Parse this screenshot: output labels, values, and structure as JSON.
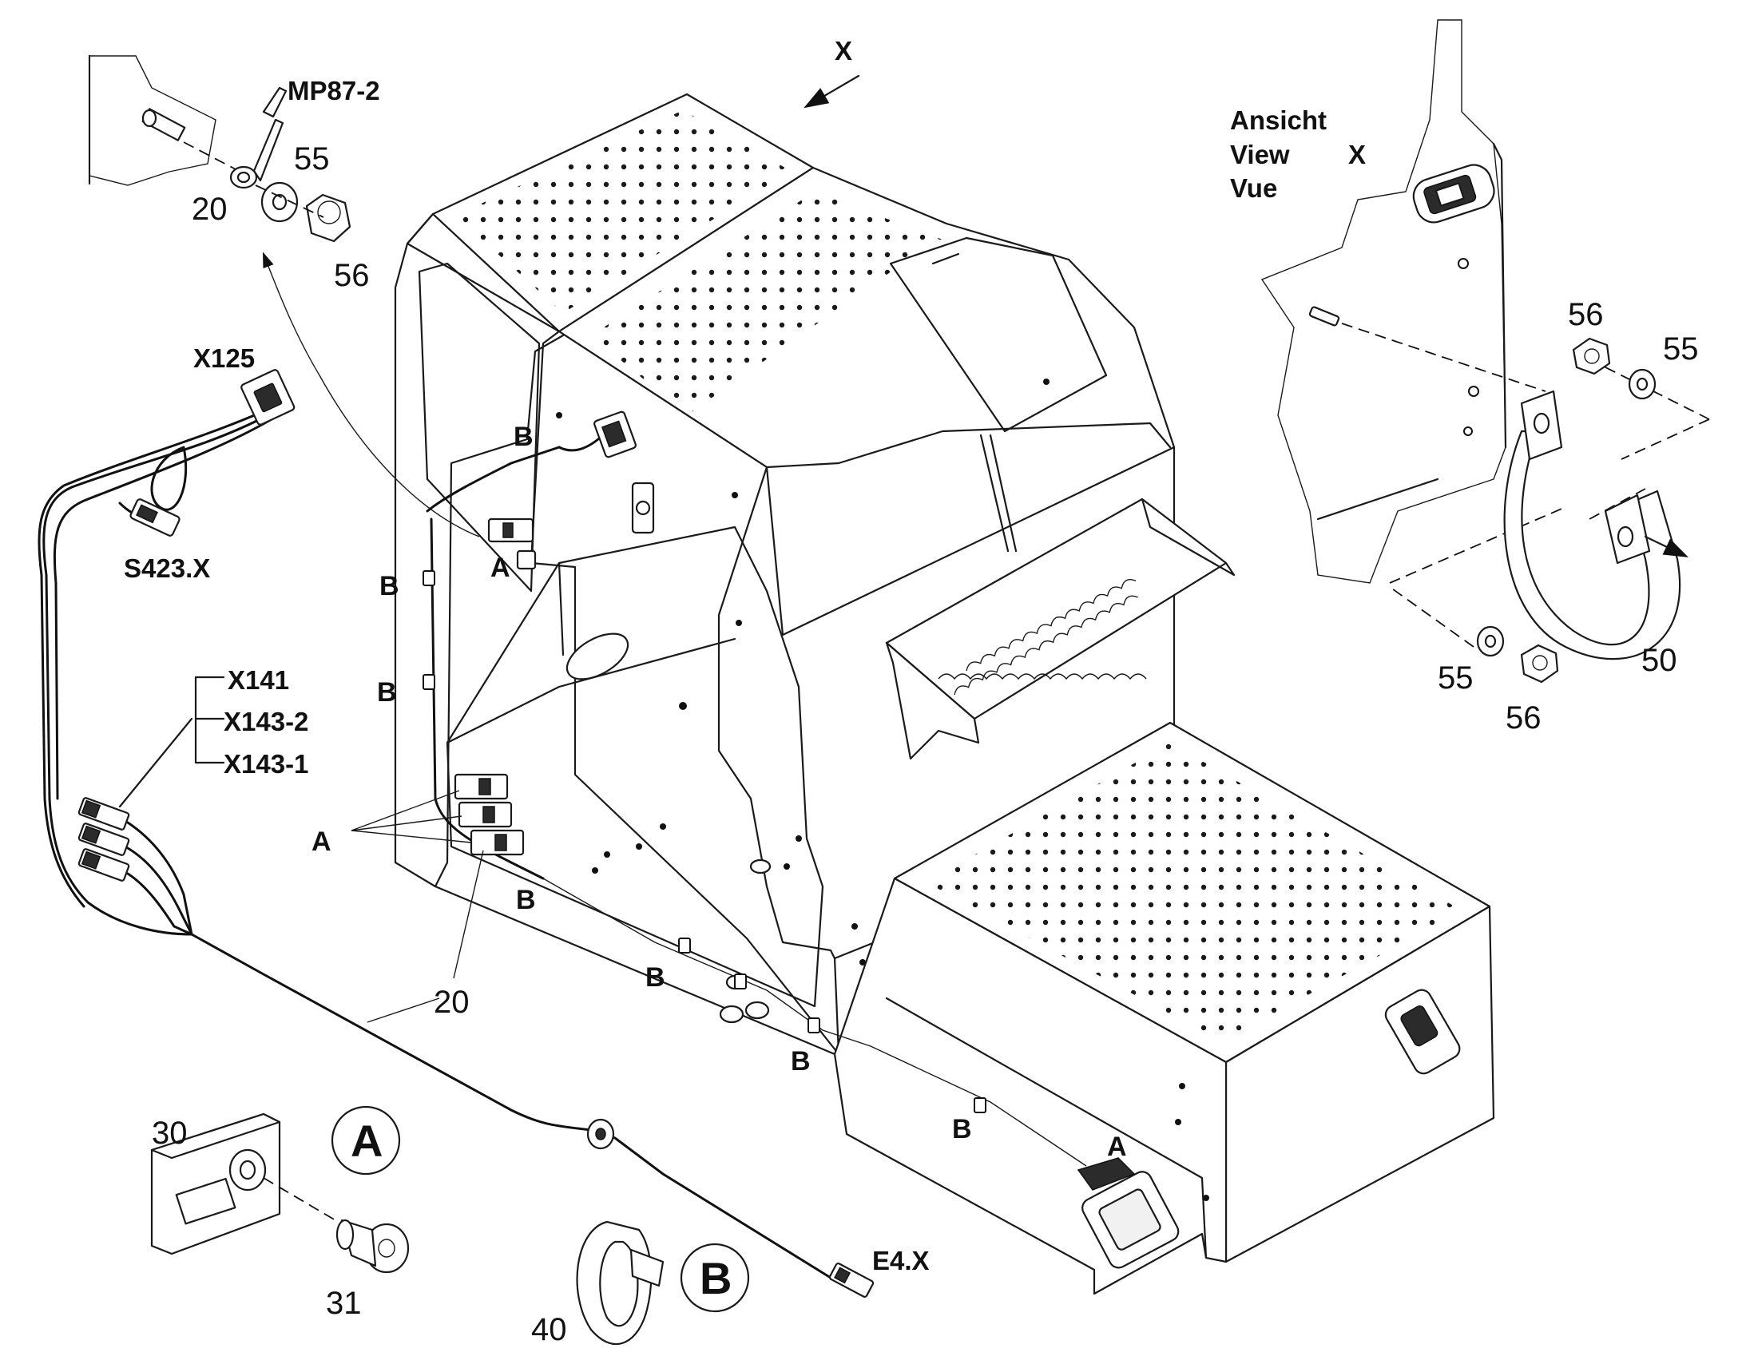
{
  "view_label": {
    "line1": "Ansicht",
    "line2": "View",
    "line3": "Vue",
    "letter": "X"
  },
  "view_arrow_letter": "X",
  "connectors": {
    "mp87": "MP87-2",
    "x125": "X125",
    "s423": "S423.X",
    "x141": "X141",
    "x143_2": "X143-2",
    "x143_1": "X143-1",
    "e4": "E4.X"
  },
  "part_numbers": {
    "p20_top": "20",
    "p20_bottom": "20",
    "p55_top": "55",
    "p56_top": "56",
    "p55_view_a": "55",
    "p56_view_a": "56",
    "p55_view_b": "55",
    "p56_view_b": "56",
    "p50": "50",
    "p30": "30",
    "p31": "31",
    "p40": "40"
  },
  "clip_markers": {
    "a": "A",
    "b": "B"
  },
  "legend_circles": {
    "a": "A",
    "b": "B"
  }
}
